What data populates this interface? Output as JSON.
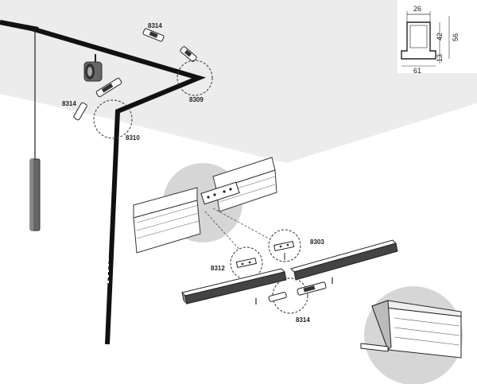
{
  "diagram": {
    "callouts": {
      "c8314_top": "8314",
      "c8314_left": "8314",
      "c8309": "8309",
      "c8310": "8310",
      "c8303": "8303",
      "c8312": "8312",
      "c8314_bottom": "8314"
    },
    "profile_dimensions": {
      "width_top": "26",
      "height_inner": "42",
      "height_total": "56",
      "depth_lower": "13",
      "width_bottom": "61"
    },
    "colors": {
      "ceiling": "#ececec",
      "wall": "#ffffff",
      "track": "#111111",
      "detail_circle": "#d6d6d6"
    }
  }
}
